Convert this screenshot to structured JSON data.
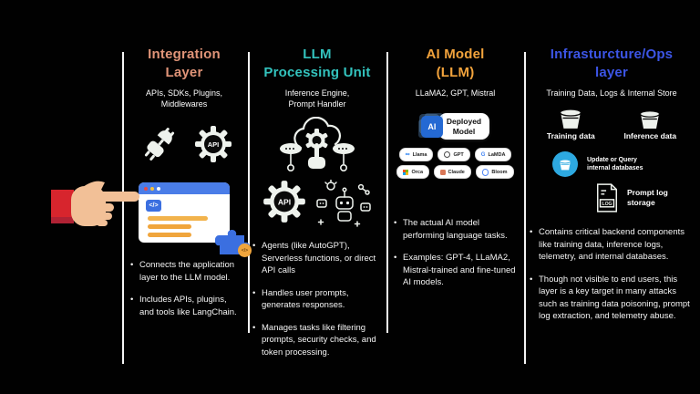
{
  "canvas": {
    "background": "#010101",
    "divider_color": "#f5f5f5"
  },
  "pointer": {
    "label": "pointing-hand",
    "sleeve_color": "#d7252d",
    "skin_color": "#f2c097"
  },
  "glyphs": {
    "api": "API",
    "code": "</>",
    "chip": "AI",
    "llama": "∞",
    "lamda": "G"
  },
  "columns": [
    {
      "id": "integration-layer",
      "accent": "#e09478",
      "title": "Integration\nLayer",
      "subtitle": "APIs, SDKs, Plugins,\nMiddlewares",
      "icons": [
        "plug-icon",
        "api-gear-icon",
        "browser-window-illustration",
        "puzzle-piece-icon"
      ],
      "bullets": [
        "Connects the application layer to the LLM model.",
        "Includes APIs, plugins, and tools like LangChain."
      ]
    },
    {
      "id": "llm-processing-unit",
      "accent": "#33c3be",
      "title": "LLM\nProcessing Unit",
      "subtitle": "Inference Engine,\nPrompt Handler",
      "icons": [
        "cloud-processing-icon",
        "api-gear-icon",
        "ai-robot-doodle-icon"
      ],
      "bullets": [
        "Agents (like AutoGPT), Serverless functions, or direct API calls",
        "Handles user prompts, generates responses.",
        "Manages tasks like filtering prompts, security checks, and token processing."
      ]
    },
    {
      "id": "ai-model-llm",
      "accent": "#f2a33c",
      "title": "AI Model\n(LLM)",
      "subtitle": "LLaMA2, GPT, Mistral",
      "deployed_label": "Deployed\nModel",
      "model_badges": [
        "Llama",
        "GPT",
        "LaMDA",
        "Orca",
        "Claude",
        "Bloom"
      ],
      "bullets": [
        "The actual AI model performing language tasks.",
        "Examples: GPT-4, LLaMA2, Mistral-trained and fine-tuned AI models."
      ]
    },
    {
      "id": "infrastructure-ops-layer",
      "accent": "#3c55e6",
      "title": "Infrasturcture/Ops\nlayer",
      "subtitle": "Training Data, Logs & Internal Store",
      "labels": {
        "training_data": "Training data",
        "inference_data": "Inference data",
        "update_query": "Update or Query\ninternal databases",
        "prompt_log": "Prompt log\nstorage",
        "log_text": "LOG"
      },
      "bullets": [
        "Contains critical backend components like training data, inference logs, telemetry, and internal databases.",
        "Though not visible to end users, this layer is a key target in many attacks such as training data poisoning, prompt log extraction, and telemetry abuse."
      ]
    }
  ]
}
